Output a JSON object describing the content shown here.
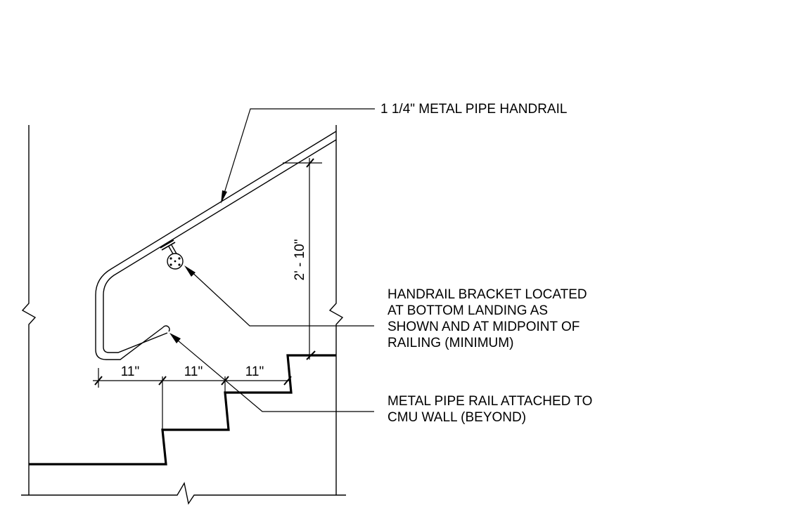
{
  "callouts": {
    "handrail": "1 1/4\" METAL PIPE HANDRAIL",
    "bracket": [
      "HANDRAIL BRACKET LOCATED",
      "AT BOTTOM LANDING AS",
      "SHOWN AND AT MIDPOINT OF",
      "RAILING (MINIMUM)"
    ],
    "pipe_rail": [
      "METAL PIPE RAIL ATTACHED TO",
      "CMU WALL (BEYOND)"
    ]
  },
  "dimensions": {
    "tread_1": "11\"",
    "tread_2": "11\"",
    "tread_3": "11\"",
    "rail_height": "2' - 10\""
  },
  "colors": {
    "line": "#000000",
    "background": "#ffffff"
  }
}
